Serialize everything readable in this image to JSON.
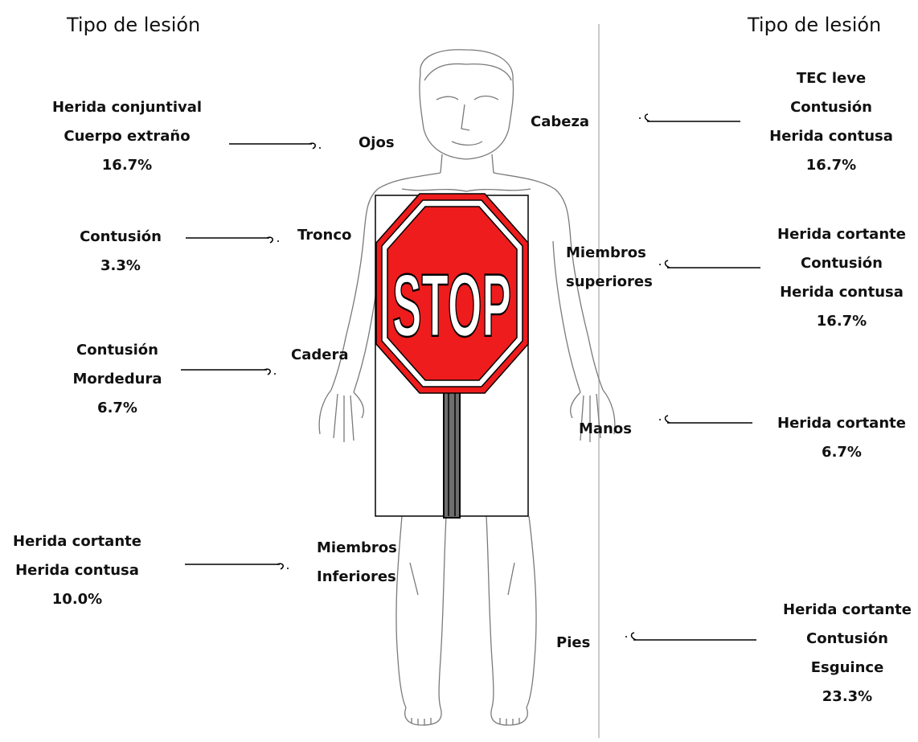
{
  "headers": {
    "left": "Tipo de lesión",
    "right": "Tipo de lesión"
  },
  "sign": {
    "text": "STOP",
    "red": "#ee1c1c",
    "post": "#6e6e6e"
  },
  "left": [
    {
      "part": "Ojos",
      "lines": [
        "Herida conjuntival",
        "Cuerpo extraño",
        "16.7%"
      ]
    },
    {
      "part": "Tronco",
      "lines": [
        "Contusión",
        "3.3%"
      ]
    },
    {
      "part": "Cadera",
      "lines": [
        "Contusión",
        "Mordedura",
        "6.7%"
      ]
    },
    {
      "part_lines": [
        "Miembros",
        "Inferiores"
      ],
      "lines": [
        "Herida cortante",
        "Herida contusa",
        "10.0%"
      ]
    }
  ],
  "right": [
    {
      "part": "Cabeza",
      "lines": [
        "TEC leve",
        "Contusión",
        "Herida contusa",
        "16.7%"
      ]
    },
    {
      "part_lines": [
        "Miembros",
        "superiores"
      ],
      "lines": [
        "Herida cortante",
        "Contusión",
        "Herida contusa",
        "16.7%"
      ]
    },
    {
      "part": "Manos",
      "lines": [
        "Herida cortante",
        "6.7%"
      ]
    },
    {
      "part": "Pies",
      "lines": [
        "Herida cortante",
        "Contusión",
        "Esguince",
        "23.3%"
      ]
    }
  ]
}
